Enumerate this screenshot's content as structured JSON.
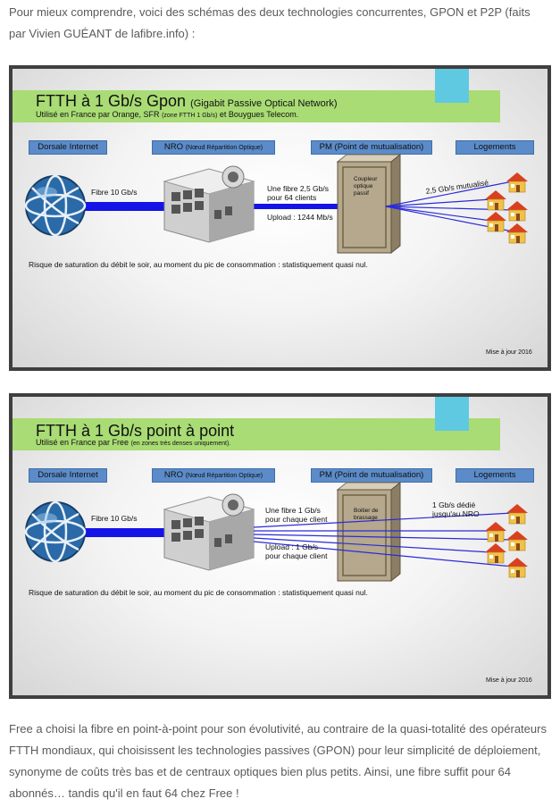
{
  "intro": "Pour mieux comprendre, voici des schémas des deux technologies concurrentes, GPON et P2P (faits par Vivien GUÉANT de lafibre.info) :",
  "outro": "Free a choisi la fibre en point-à-point pour son évolutivité, au contraire de la quasi-totalité des opérateurs FTTH mondiaux, qui choisissent les technologies passives (GPON) pour leur simplicité de déploiement, synonyme de coûts très bas et de centraux optiques bien plus petits. Ainsi, une fibre suffit pour 64 abonnés… tandis qu'il en faut 64 chez Free !",
  "gpon": {
    "title": "FTTH à 1 Gb/s Gpon",
    "title_note": "(Gigabit Passive Optical Network)",
    "subtitle_a": "Utilisé en France par Orange, SFR",
    "subtitle_note": "(zone FTTH 1 Gb/s)",
    "subtitle_b": "et Bouygues Telecom.",
    "hdr_dorsale": "Dorsale Internet",
    "hdr_nro": "NRO",
    "hdr_nro_note": "(Nœud Répartition Optique)",
    "hdr_pm": "PM (Point de mutualisation)",
    "hdr_logements": "Logements",
    "fibre_backbone": "Fibre 10 Gb/s",
    "fibre_nro_1": "Une fibre 2,5 Gb/s",
    "fibre_nro_2": "pour 64 clients",
    "upload": "Upload : 1244 Mb/s",
    "pm_box_1": "Coupleur",
    "pm_box_2": "optique",
    "pm_box_3": "passif",
    "to_home": "2,5 Gb/s mutualisé",
    "risk": "Risque de saturation du débit le soir, au moment du pic de consommation : statistiquement quasi nul.",
    "maj": "Mise à jour 2016"
  },
  "p2p": {
    "title": "FTTH à 1 Gb/s point à point",
    "subtitle_a": "Utilisé en France par Free",
    "subtitle_note": "(en zones très denses uniquement).",
    "hdr_dorsale": "Dorsale Internet",
    "hdr_nro": "NRO",
    "hdr_nro_note": "(Nœud Répartition Optique)",
    "hdr_pm": "PM (Point de mutualisation)",
    "hdr_logements": "Logements",
    "fibre_backbone": "Fibre 10 Gb/s",
    "fibre_nro_1": "Une fibre 1 Gb/s",
    "fibre_nro_2": "pour chaque client",
    "upload_1": "Upload : 1 Gb/s",
    "upload_2": "pour chaque client",
    "pm_box_1": "Boitier de",
    "pm_box_2": "brassage",
    "to_home_1": "1 Gb/s dédié",
    "to_home_2": "jusqu'au NRO",
    "risk": "Risque de saturation du débit le soir, au moment du pic de consommation : statistiquement quasi nul.",
    "maj": "Mise à jour 2016"
  },
  "colors": {
    "title_bar": "#a9dc74",
    "accent_cyan": "#5fc9e2",
    "header_blue": "#5b8bc9",
    "fibre_blue": "#1414e6",
    "house_roof": "#d94020",
    "house_wall": "#f0c24a"
  }
}
